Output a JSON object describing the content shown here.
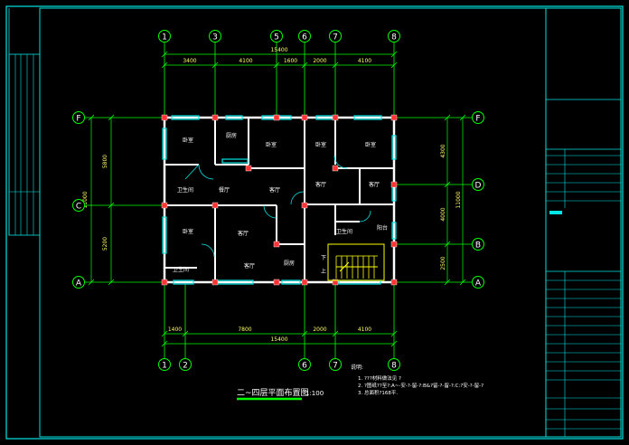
{
  "title": {
    "main": "二~四层平面布置图",
    "scale": "1:100"
  },
  "grid_top": [
    "1",
    "3",
    "5",
    "6",
    "7",
    "8"
  ],
  "grid_bottom": [
    "1",
    "2",
    "6",
    "7",
    "8"
  ],
  "grid_left": [
    "F",
    "C",
    "A"
  ],
  "grid_right": [
    "F",
    "D",
    "B",
    "A"
  ],
  "dims_top": {
    "total": "15400",
    "segments": [
      "3400",
      "4100",
      "1600",
      "2000",
      "4100"
    ]
  },
  "dims_bottom": {
    "total": "15400",
    "segments": [
      "1400",
      "7800",
      "2000",
      "4100"
    ]
  },
  "dims_left": {
    "total": "11000",
    "segments": [
      "5800",
      "5200"
    ]
  },
  "dims_right": {
    "total": "11000",
    "segments": [
      "4300",
      "4000",
      "2500"
    ]
  },
  "rooms": [
    "卧室",
    "厨房",
    "卧室",
    "卧室",
    "卧室",
    "卫生间",
    "餐厅",
    "客厅",
    "客厅",
    "客厅",
    "卧室",
    "客厅",
    "卫生间",
    "阳台",
    "卫生间",
    "厨房",
    "客厅"
  ],
  "stair": {
    "up": "上",
    "down": "下"
  },
  "notes": {
    "heading": "说明:",
    "lines": [
      "1. ???材料做法见 ?",
      "2. ?图纸??至?:A~-安-?-留-?:B&?留-?-留-?:C:?安-?-留-?",
      "3. 总面积?168平."
    ]
  },
  "colors": {
    "frame": "#00e5e5",
    "grid_line": "#00ff00",
    "wall": "#ffffff",
    "column": "#ff3333",
    "window": "#00e5e5",
    "text": "#ffff66",
    "room_text": "#ffffff",
    "stair": "#ffff00",
    "underline": "#00ff00"
  }
}
